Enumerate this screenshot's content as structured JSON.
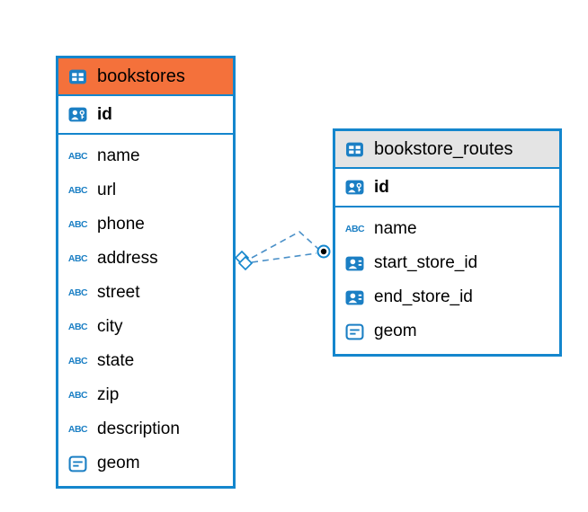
{
  "colors": {
    "table_border": "#1486cd",
    "bookstores_header_bg": "#f4713b",
    "routes_header_bg": "#e4e4e4",
    "icon_blue": "#1b7fc4",
    "relation_line": "#4a90c8"
  },
  "icons": {
    "abc": "ABC"
  },
  "tables": {
    "bookstores": {
      "title": "bookstores",
      "primary_key": "id",
      "columns": {
        "name": "name",
        "url": "url",
        "phone": "phone",
        "address": "address",
        "street": "street",
        "city": "city",
        "state": "state",
        "zip": "zip",
        "description": "description",
        "geom": "geom"
      }
    },
    "bookstore_routes": {
      "title": "bookstore_routes",
      "primary_key": "id",
      "columns": {
        "name": "name",
        "start_store_id": "start_store_id",
        "end_store_id": "end_store_id",
        "geom": "geom"
      }
    }
  }
}
